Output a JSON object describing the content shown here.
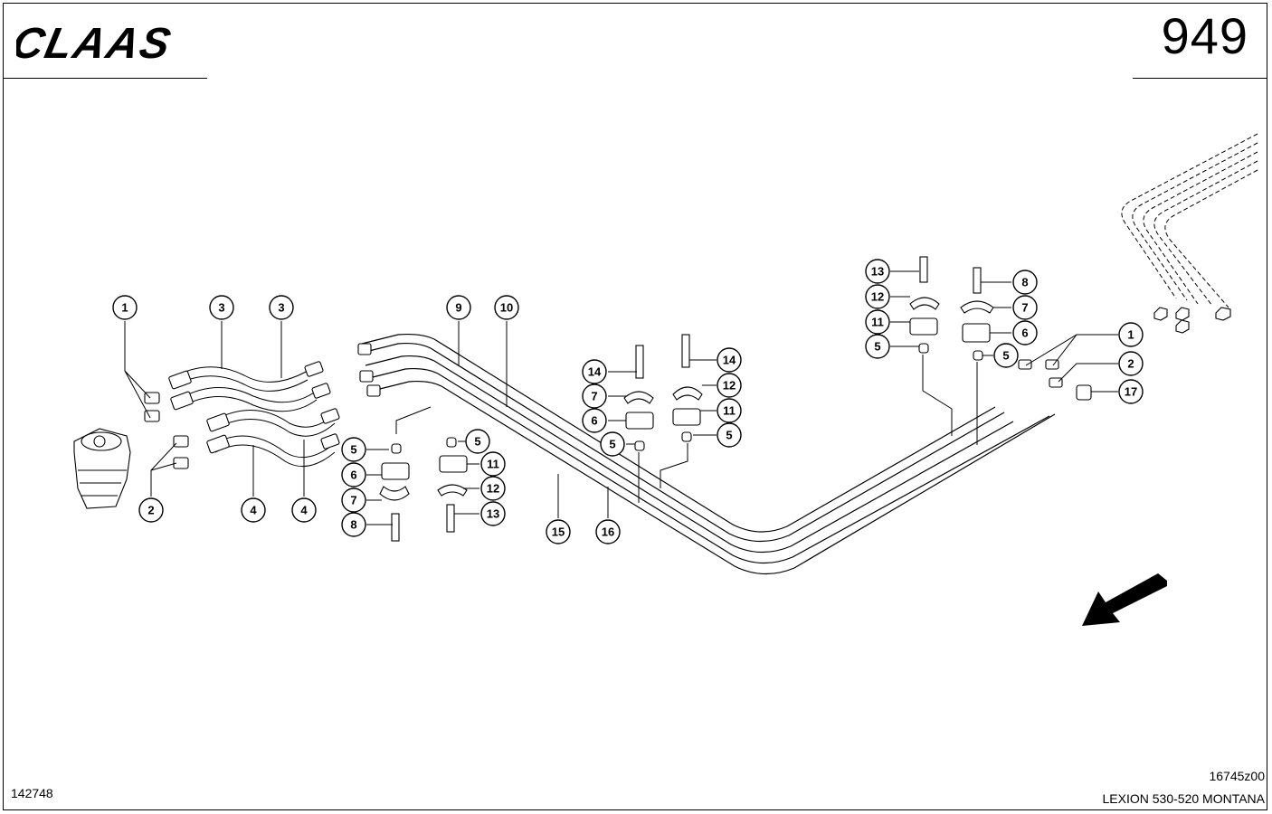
{
  "header": {
    "brand": "CLAAS",
    "page_number": "949"
  },
  "footer": {
    "doc_id": "142748",
    "drawing_code": "16745z00",
    "model": "LEXION 530-520 MONTANA"
  },
  "callouts": [
    {
      "id": "c1a",
      "label": "1"
    },
    {
      "id": "c3a",
      "label": "3"
    },
    {
      "id": "c3b",
      "label": "3"
    },
    {
      "id": "c9",
      "label": "9"
    },
    {
      "id": "c10",
      "label": "10"
    },
    {
      "id": "c2a",
      "label": "2"
    },
    {
      "id": "c4a",
      "label": "4"
    },
    {
      "id": "c4b",
      "label": "4"
    },
    {
      "id": "c5a",
      "label": "5"
    },
    {
      "id": "c6a",
      "label": "6"
    },
    {
      "id": "c7a",
      "label": "7"
    },
    {
      "id": "c8a",
      "label": "8"
    },
    {
      "id": "c5b",
      "label": "5"
    },
    {
      "id": "c11a",
      "label": "11"
    },
    {
      "id": "c12a",
      "label": "12"
    },
    {
      "id": "c13a",
      "label": "13"
    },
    {
      "id": "c15",
      "label": "15"
    },
    {
      "id": "c16",
      "label": "16"
    },
    {
      "id": "c14a",
      "label": "14"
    },
    {
      "id": "c7b",
      "label": "7"
    },
    {
      "id": "c6b",
      "label": "6"
    },
    {
      "id": "c5c",
      "label": "5"
    },
    {
      "id": "c14b",
      "label": "14"
    },
    {
      "id": "c12b",
      "label": "12"
    },
    {
      "id": "c11b",
      "label": "11"
    },
    {
      "id": "c5d",
      "label": "5"
    },
    {
      "id": "c13b",
      "label": "13"
    },
    {
      "id": "c12c",
      "label": "12"
    },
    {
      "id": "c11c",
      "label": "11"
    },
    {
      "id": "c5e",
      "label": "5"
    },
    {
      "id": "c8b",
      "label": "8"
    },
    {
      "id": "c7c",
      "label": "7"
    },
    {
      "id": "c6c",
      "label": "6"
    },
    {
      "id": "c5f",
      "label": "5"
    },
    {
      "id": "c1b",
      "label": "1"
    },
    {
      "id": "c2b",
      "label": "2"
    },
    {
      "id": "c17",
      "label": "17"
    }
  ]
}
